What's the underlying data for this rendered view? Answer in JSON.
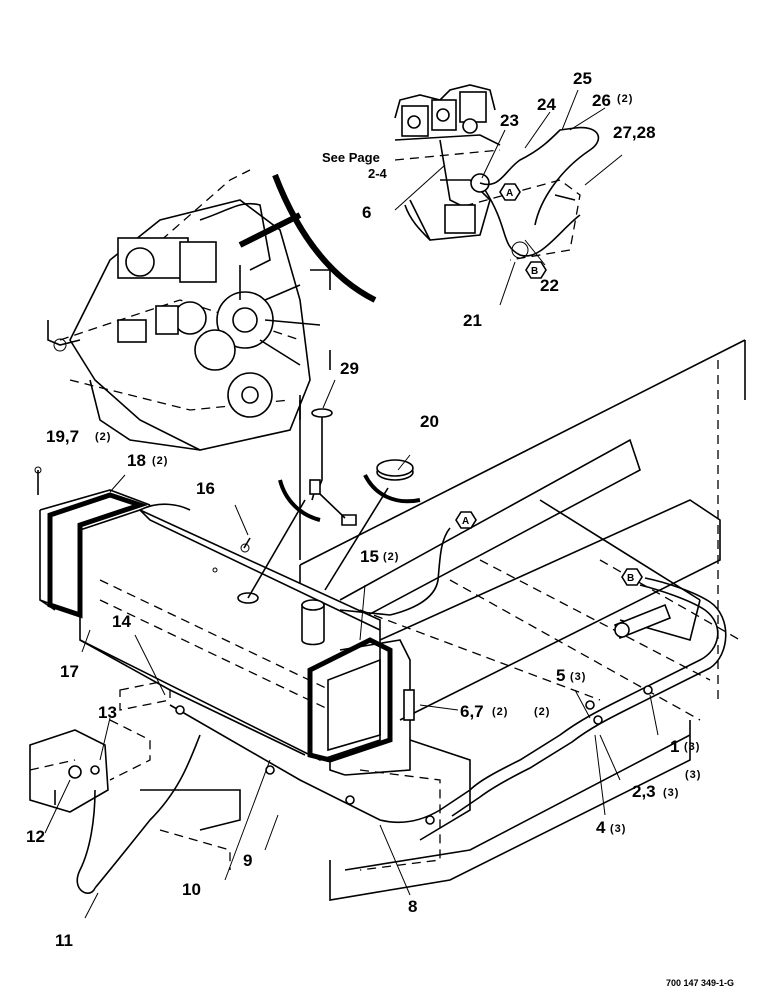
{
  "see_page": {
    "line1": "See Page",
    "line2": "2-4"
  },
  "callouts": {
    "c1": {
      "num": "1",
      "qty": "(3)"
    },
    "c23": {
      "num": "2,3",
      "qty": "(3)",
      "qty_extra": "(3)"
    },
    "c4": {
      "num": "4",
      "qty": "(3)"
    },
    "c5": {
      "num": "5",
      "qty": "(3)"
    },
    "c6a": {
      "num": "6"
    },
    "c67": {
      "num": "6,7",
      "qty": "(2)",
      "qty_extra": "(2)"
    },
    "c8": {
      "num": "8"
    },
    "c9": {
      "num": "9"
    },
    "c10": {
      "num": "10"
    },
    "c11": {
      "num": "11"
    },
    "c12": {
      "num": "12"
    },
    "c13": {
      "num": "13"
    },
    "c14": {
      "num": "14"
    },
    "c15": {
      "num": "15",
      "qty": "(2)"
    },
    "c16": {
      "num": "16"
    },
    "c17": {
      "num": "17"
    },
    "c18": {
      "num": "18",
      "qty": "(2)"
    },
    "c197": {
      "num": "19,7",
      "qty": "(2)"
    },
    "c20": {
      "num": "20"
    },
    "c21": {
      "num": "21"
    },
    "c22": {
      "num": "22"
    },
    "c23b": {
      "num": "23"
    },
    "c24": {
      "num": "24"
    },
    "c25": {
      "num": "25"
    },
    "c26": {
      "num": "26",
      "qty": "(2)"
    },
    "c2728": {
      "num": "27,28"
    },
    "c29": {
      "num": "29"
    }
  },
  "connectors": {
    "a_top": "A",
    "b_top": "B",
    "a_frame": "A",
    "b_frame": "B"
  },
  "figure_id": "700 147 349-1-G"
}
